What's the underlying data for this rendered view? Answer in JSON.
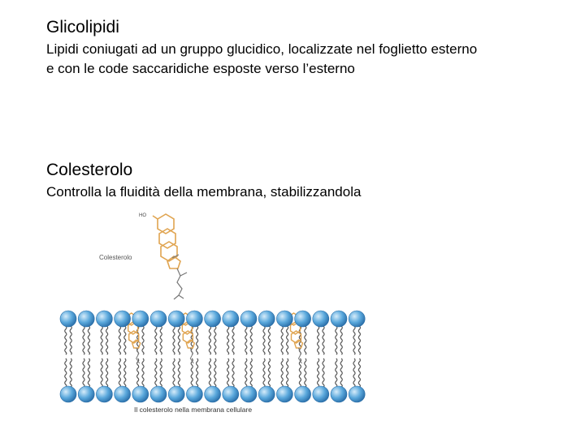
{
  "sections": [
    {
      "title": "Glicolipidi",
      "lines": [
        "Lipidi coniugati ad un gruppo glucidico, localizzate nel foglietto esterno",
        "e con le code saccaridiche esposte verso l’esterno"
      ]
    },
    {
      "title": "Colesterolo",
      "lines": [
        "Controlla la fluidità della membrana, stabilizzandola"
      ]
    }
  ],
  "figure": {
    "molecule_ho_label": "HO",
    "molecule_label": "Colesterolo",
    "caption": "Il colesterolo nella membrana cellulare",
    "colors": {
      "head_fill": "#5aa8dc",
      "head_stroke": "#2a6ea8",
      "tail": "#555555",
      "cholesterol": "#e0a450"
    }
  }
}
